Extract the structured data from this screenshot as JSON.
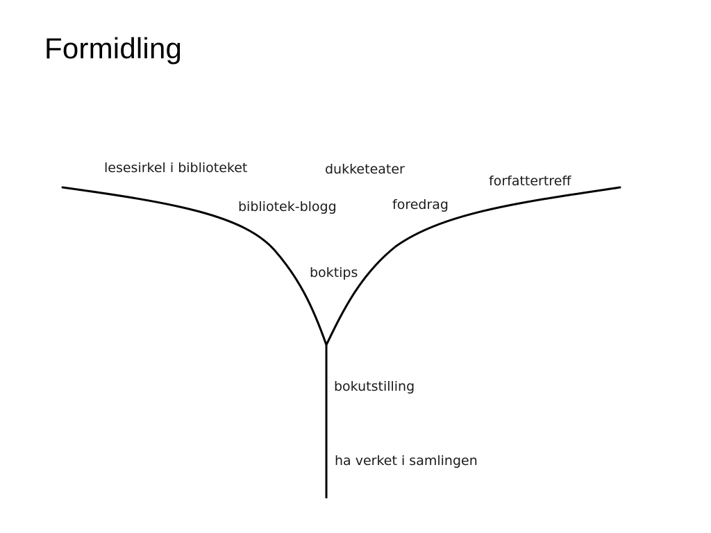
{
  "slide": {
    "title": "Formidling"
  },
  "diagram": {
    "line_color": "#000000",
    "labels": {
      "lesesirkel": "lesesirkel i biblioteket",
      "dukketeater": "dukketeater",
      "forfattertreff": "forfattertreff",
      "bibliotek_blogg": "bibliotek-blogg",
      "foredrag": "foredrag",
      "boktips": "boktips",
      "bokutstilling": "bokutstilling",
      "ha_verket": "ha verket i samlingen"
    }
  }
}
